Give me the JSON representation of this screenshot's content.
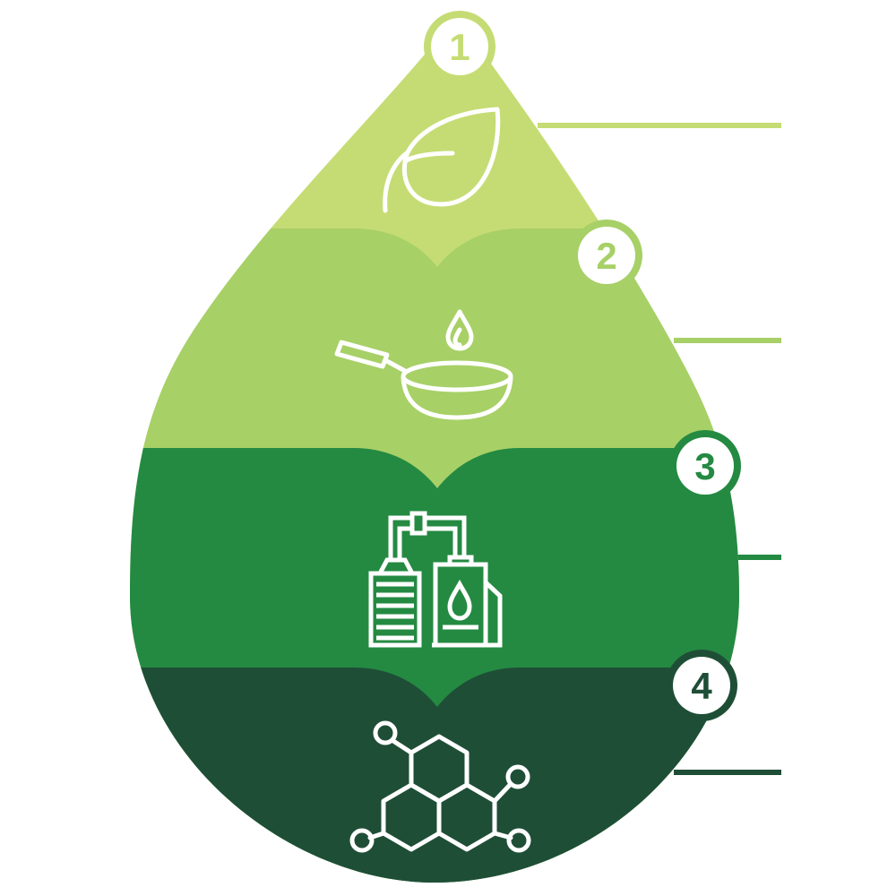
{
  "colors": {
    "level1": "#c5dc74",
    "level2": "#a7d067",
    "level3": "#248a42",
    "level4": "#1f4e37",
    "white": "#ffffff"
  },
  "levels": [
    {
      "number": "1",
      "icon": "leaf-icon",
      "color": "#c5dc74"
    },
    {
      "number": "2",
      "icon": "frying-pan-oil-drop-icon",
      "color": "#a7d067"
    },
    {
      "number": "3",
      "icon": "refinery-tanks-icon",
      "color": "#248a42"
    },
    {
      "number": "4",
      "icon": "molecule-icon",
      "color": "#1f4e37"
    }
  ]
}
